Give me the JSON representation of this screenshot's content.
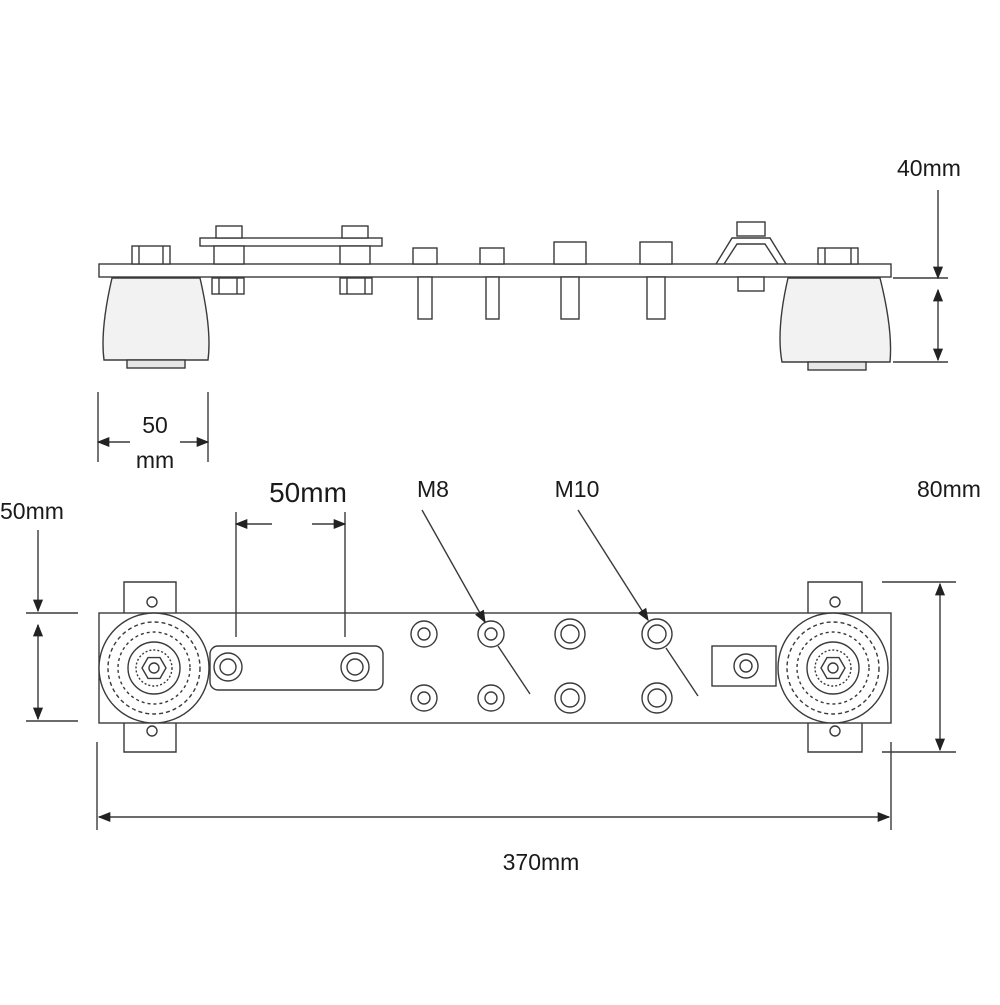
{
  "dimensions": {
    "height_side": "40mm",
    "insulator_width_line1": "50",
    "insulator_width_line2": "mm",
    "left_height": "50mm",
    "link_spacing": "50mm",
    "total_height": "80mm",
    "total_length": "370mm"
  },
  "callouts": {
    "m8": "M8",
    "m10": "M10"
  },
  "colors": {
    "line": "#3a3a3a",
    "fill": "#ffffff",
    "insulator": "#f2f2f2"
  }
}
